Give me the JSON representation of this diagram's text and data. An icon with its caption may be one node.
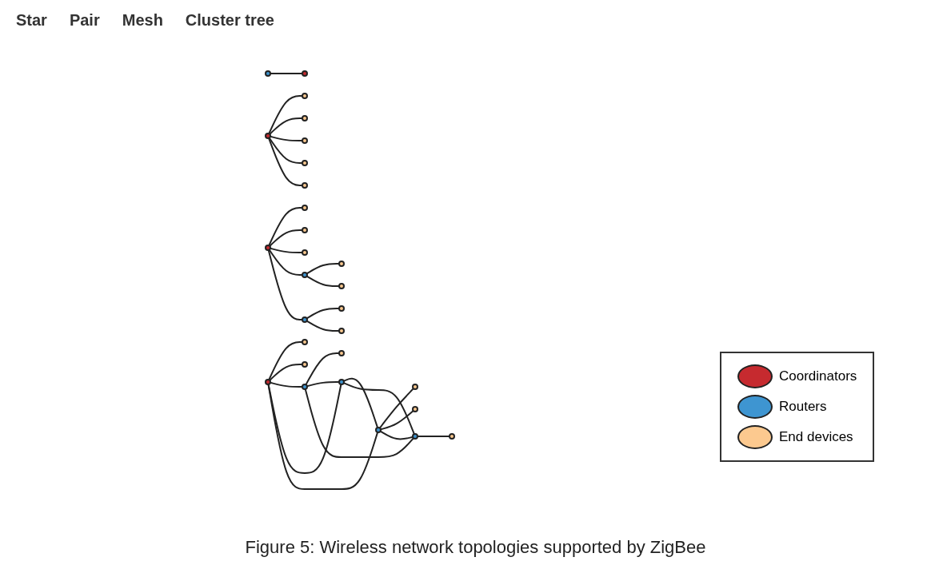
{
  "diagram": {
    "caption": "Figure 5: Wireless network topologies supported by ZigBee",
    "nodes": [
      {
        "text": [],
        "shape": "circle"
      },
      {
        "text": [],
        "shape": "circle"
      },
      {
        "text": [],
        "shape": "circle"
      },
      {
        "text": [],
        "shape": "circle"
      },
      {
        "text": [],
        "shape": "circle"
      },
      {
        "text": [],
        "shape": "circle"
      },
      {
        "text": [],
        "shape": "circle"
      },
      {
        "text": [],
        "shape": "circle"
      },
      {
        "text": [],
        "shape": "circle"
      },
      {
        "text": [],
        "shape": "circle"
      },
      {
        "text": [],
        "shape": "circle"
      },
      {
        "text": [],
        "shape": "circle"
      },
      {
        "text": [],
        "shape": "circle"
      },
      {
        "text": [],
        "shape": "circle"
      },
      {
        "text": [],
        "shape": "circle"
      },
      {
        "text": [],
        "shape": "circle"
      },
      {
        "text": [],
        "shape": "circle"
      },
      {
        "text": [],
        "shape": "circle"
      },
      {
        "text": [],
        "shape": "circle"
      },
      {
        "text": [],
        "shape": "circle"
      },
      {
        "text": [],
        "shape": "circle"
      },
      {
        "text": [],
        "shape": "circle"
      },
      {
        "text": [],
        "shape": "circle"
      },
      {
        "text": [],
        "shape": "circle"
      },
      {
        "text": [],
        "shape": "circle"
      },
      {
        "text": [],
        "shape": "circle"
      },
      {
        "text": [],
        "shape": "circle"
      },
      {
        "text": [],
        "shape": "circle"
      },
      {
        "text": [],
        "shape": "circle"
      }
    ],
    "edges": [
      {
        "from": 0,
        "to": 1,
        "arrow": "none"
      },
      {
        "from": 2,
        "to": 3,
        "arrow": "none"
      },
      {
        "from": 2,
        "to": 4,
        "arrow": "none"
      },
      {
        "from": 2,
        "to": 5,
        "arrow": "none"
      },
      {
        "from": 2,
        "to": 6,
        "arrow": "none"
      },
      {
        "from": 2,
        "to": 7,
        "arrow": "none"
      },
      {
        "from": 11,
        "to": 8,
        "arrow": "none"
      },
      {
        "from": 11,
        "to": 10,
        "arrow": "none"
      },
      {
        "from": 11,
        "to": 12,
        "arrow": "none"
      },
      {
        "from": 11,
        "to": 13,
        "arrow": "none"
      },
      {
        "from": 11,
        "to": 15,
        "arrow": "none"
      },
      {
        "from": 12,
        "to": 9,
        "arrow": "none"
      },
      {
        "from": 12,
        "to": 13,
        "arrow": "none"
      },
      {
        "from": 12,
        "to": 16,
        "arrow": "none"
      },
      {
        "from": 13,
        "to": 15,
        "arrow": "none"
      },
      {
        "from": 13,
        "to": 16,
        "arrow": "none"
      },
      {
        "from": 15,
        "to": 14,
        "arrow": "none"
      },
      {
        "from": 15,
        "to": 18,
        "arrow": "none"
      },
      {
        "from": 15,
        "to": 16,
        "arrow": "none"
      },
      {
        "from": 16,
        "to": 17,
        "arrow": "none"
      },
      {
        "from": 22,
        "to": 19,
        "arrow": "none"
      },
      {
        "from": 22,
        "to": 20,
        "arrow": "none"
      },
      {
        "from": 22,
        "to": 21,
        "arrow": "none"
      },
      {
        "from": 22,
        "to": 24,
        "arrow": "none"
      },
      {
        "from": 22,
        "to": 25,
        "arrow": "none"
      },
      {
        "from": 24,
        "to": 23,
        "arrow": "none"
      },
      {
        "from": 24,
        "to": 26,
        "arrow": "none"
      },
      {
        "from": 25,
        "to": 27,
        "arrow": "none"
      },
      {
        "from": 25,
        "to": 28,
        "arrow": "none"
      }
    ],
    "labels": [
      "Star",
      "Pair",
      "Mesh",
      "Cluster tree"
    ],
    "legend": [
      {
        "text": "Coordinators",
        "color": "#c62a2f"
      },
      {
        "text": "Routers",
        "color": "#3e95d1"
      },
      {
        "text": "End devices",
        "color": "#fcc98f"
      }
    ]
  }
}
